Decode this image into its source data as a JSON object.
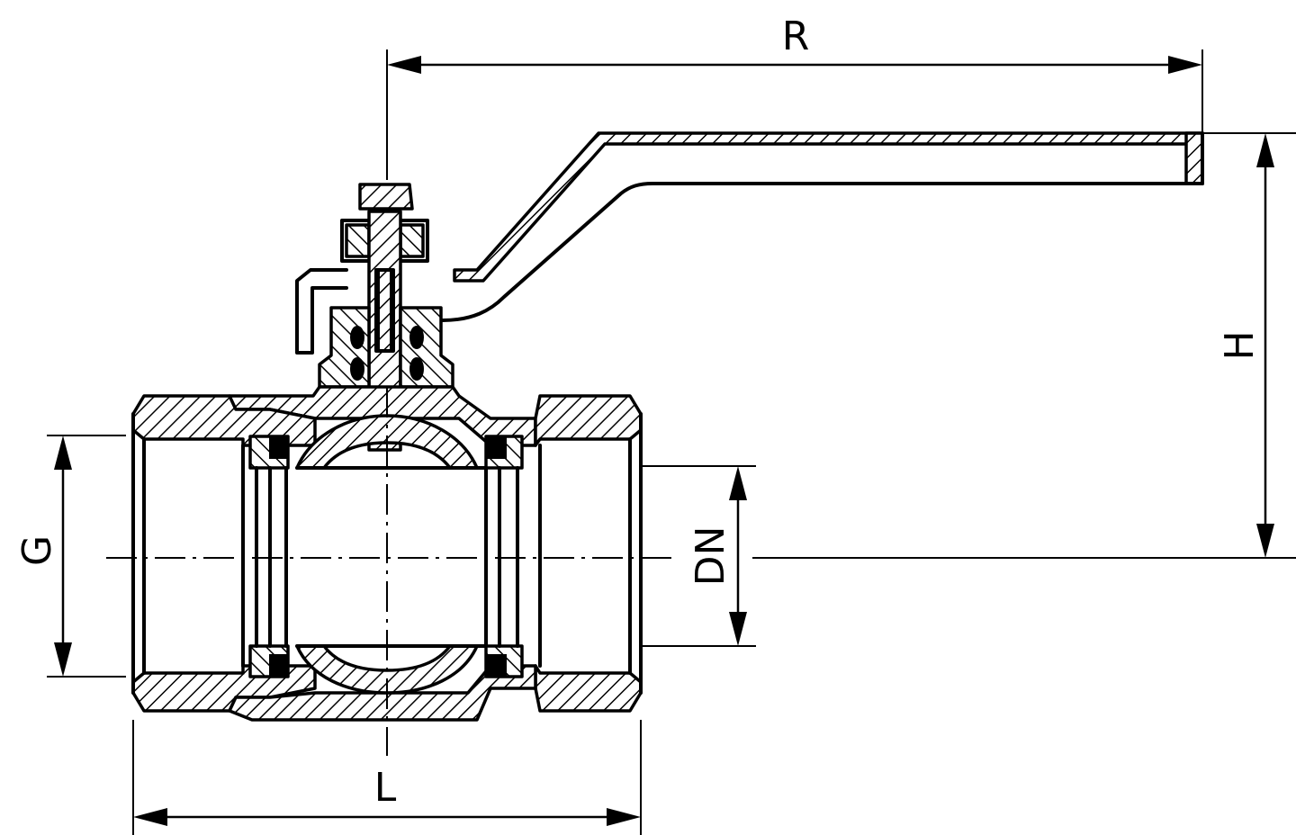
{
  "labels": {
    "R": "R",
    "H": "H",
    "G": "G",
    "DN": "DN",
    "L": "L"
  },
  "colors": {
    "line": "#000000",
    "background": "#ffffff"
  }
}
